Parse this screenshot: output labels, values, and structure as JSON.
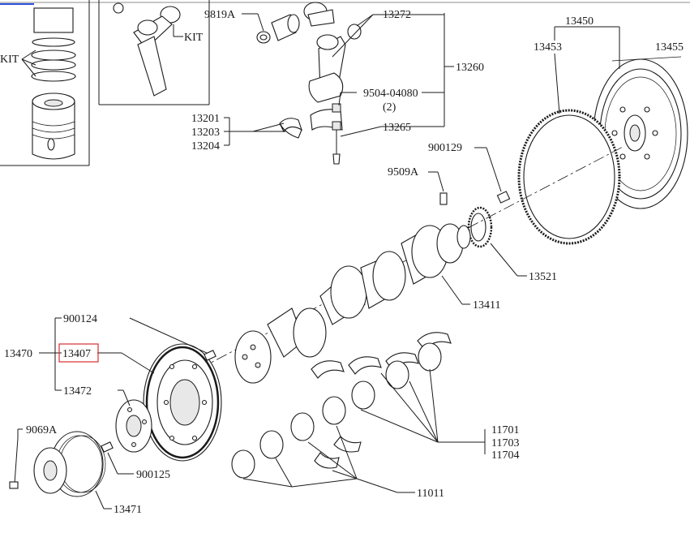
{
  "diagram": {
    "part_labels": {
      "p9819A": "9819A",
      "p13272": "13272",
      "p13260": "13260",
      "p13450": "13450",
      "p13453": "13453",
      "p13455": "13455",
      "pKit1": "KIT",
      "pKit2": "KIT",
      "p9504": "9504-04080",
      "p9504qty": "(2)",
      "p13201": "13201",
      "p13203": "13203",
      "p13204": "13204",
      "p13265": "13265",
      "p900129": "900129",
      "p9509A": "9509A",
      "p13521": "13521",
      "p13411": "13411",
      "p900124": "900124",
      "p13470": "13470",
      "p13407": "13407",
      "p13472": "13472",
      "p9069A": "9069A",
      "p900125": "900125",
      "p13471": "13471",
      "p11701": "11701",
      "p11703": "11703",
      "p11704": "11704",
      "p11011": "11011"
    },
    "colors": {
      "line": "#1a1a1a",
      "highlight_box": "#d83030",
      "background": "#ffffff"
    }
  }
}
